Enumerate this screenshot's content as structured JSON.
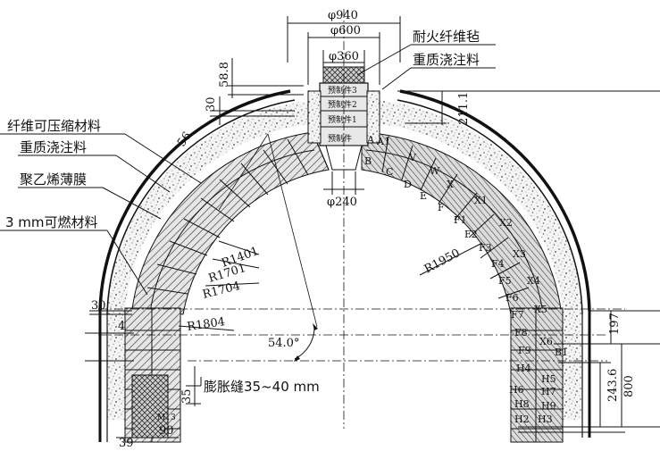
{
  "dimensions": {
    "top_outer": "φ940",
    "top_mid": "φ600",
    "top_inner": "φ360",
    "throat": "φ240",
    "top_height": "58.8",
    "left_30_top": "30",
    "right_211": "211.1",
    "slant_56": "56",
    "left_30_bottom": "30",
    "left_4": "4",
    "right_197": "197",
    "right_243": "243.6",
    "right_800": "800",
    "bottom_35": "35",
    "bottom_39": "39",
    "bottom_90": "90",
    "angle": "54.0°"
  },
  "radii": {
    "r1401": "R1401",
    "r1701": "R1701",
    "r1704": "R1704",
    "r1804": "R1804",
    "r1950": "R1950"
  },
  "materials": {
    "fiber_felt": "耐火纤维毡",
    "heavy_castable_top": "重质浇注料",
    "compressible_fiber": "纤维可压缩材料",
    "heavy_castable_left": "重质浇注料",
    "pe_film": "聚乙烯薄膜",
    "combustible": "3 mm可燃材料",
    "expansion_joint": "膨胀缝35~40 mm"
  },
  "prefabs": {
    "p3": "预制件3",
    "p2": "预制件2",
    "p1": "预制件1",
    "p0": "预制件"
  },
  "brick_labels": {
    "A": "A",
    "A1": "A1",
    "B": "B",
    "C": "C",
    "D": "D",
    "E": "E",
    "F": "F",
    "F1": "F1",
    "F2": "F2",
    "F3": "F3",
    "F4": "F4",
    "F5": "F5",
    "F6": "F6",
    "F7": "F7",
    "F8": "F8",
    "F9": "F9",
    "V": "V",
    "W": "W",
    "X": "X",
    "X1": "X1",
    "X2": "X2",
    "X3": "X3",
    "X4": "X4",
    "X5": "X5",
    "X6": "X6",
    "B1": "B1",
    "H4": "H4",
    "H5": "H5",
    "H6": "H6",
    "H7": "H7",
    "H8": "H8",
    "H9": "H9",
    "H2": "H2",
    "H3": "H3",
    "M13": "M13"
  }
}
